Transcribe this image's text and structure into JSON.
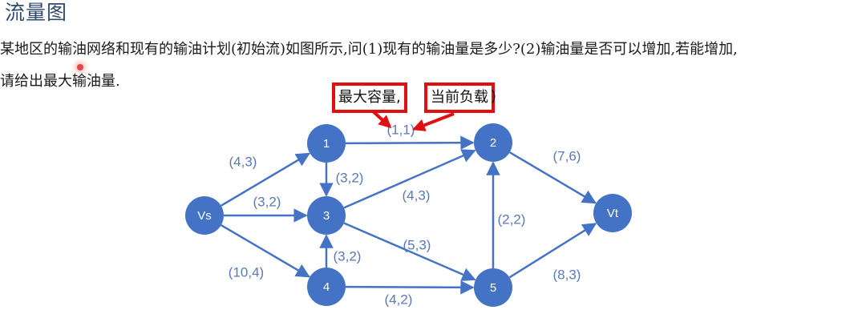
{
  "slide": {
    "title": "流量图"
  },
  "problem": {
    "line1": "某地区的输油网络和现有的输油计划(初始流)如图所示,问(1)现有的输油量是多少?(2)输油量是否可以增加,若能增加,",
    "line2": "请给出最大输油量."
  },
  "legend": {
    "capacity_label": "最大容量,",
    "load_label": "当前负载",
    "close_paren": ")"
  },
  "network": {
    "node_color": "#4472c4",
    "edge_color": "#4472c4",
    "label_color": "#5a79b8",
    "callout_color": "#e01010",
    "nodes": [
      {
        "id": "Vs",
        "label": "Vs"
      },
      {
        "id": "1",
        "label": "1"
      },
      {
        "id": "2",
        "label": "2"
      },
      {
        "id": "3",
        "label": "3"
      },
      {
        "id": "4",
        "label": "4"
      },
      {
        "id": "5",
        "label": "5"
      },
      {
        "id": "Vt",
        "label": "Vt"
      }
    ],
    "edges": [
      {
        "from": "Vs",
        "to": "1",
        "capacity": 4,
        "flow": 3,
        "label": "(4,3)"
      },
      {
        "from": "Vs",
        "to": "3",
        "capacity": 3,
        "flow": 2,
        "label": "(3,2)"
      },
      {
        "from": "Vs",
        "to": "4",
        "capacity": 10,
        "flow": 4,
        "label": "(10,4)"
      },
      {
        "from": "1",
        "to": "2",
        "capacity": 1,
        "flow": 1,
        "label": "(1,1)"
      },
      {
        "from": "1",
        "to": "3",
        "capacity": 3,
        "flow": 2,
        "label": "(3,2)"
      },
      {
        "from": "3",
        "to": "2",
        "capacity": 4,
        "flow": 3,
        "label": "(4,3)"
      },
      {
        "from": "3",
        "to": "5",
        "capacity": 5,
        "flow": 3,
        "label": "(5,3)"
      },
      {
        "from": "4",
        "to": "3",
        "capacity": 3,
        "flow": 2,
        "label": "(3,2)"
      },
      {
        "from": "4",
        "to": "5",
        "capacity": 4,
        "flow": 2,
        "label": "(4,2)"
      },
      {
        "from": "5",
        "to": "2",
        "capacity": 2,
        "flow": 2,
        "label": "(2,2)"
      },
      {
        "from": "2",
        "to": "Vt",
        "capacity": 7,
        "flow": 6,
        "label": "(7,6)"
      },
      {
        "from": "5",
        "to": "Vt",
        "capacity": 8,
        "flow": 3,
        "label": "(8,3)"
      }
    ]
  }
}
